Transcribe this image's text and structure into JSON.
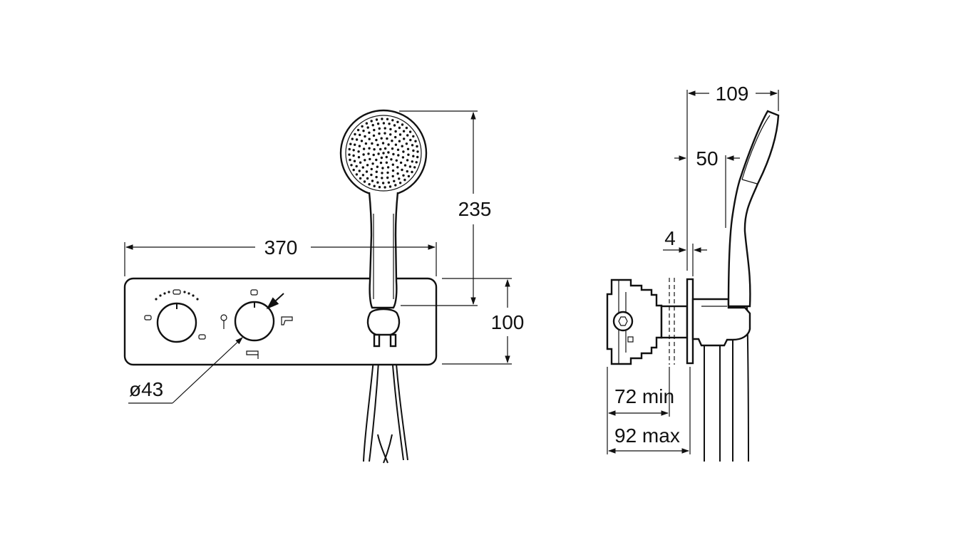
{
  "front_view": {
    "width_label": "370",
    "height_label": "100",
    "shower_length_label": "235",
    "knob_diameter_label": "ø43"
  },
  "side_view": {
    "depth_label": "109",
    "offset_label": "50",
    "plate_label": "4",
    "min_label": "72 min",
    "max_label": "92 max"
  },
  "colors": {
    "line": "#111111",
    "background": "#ffffff"
  }
}
